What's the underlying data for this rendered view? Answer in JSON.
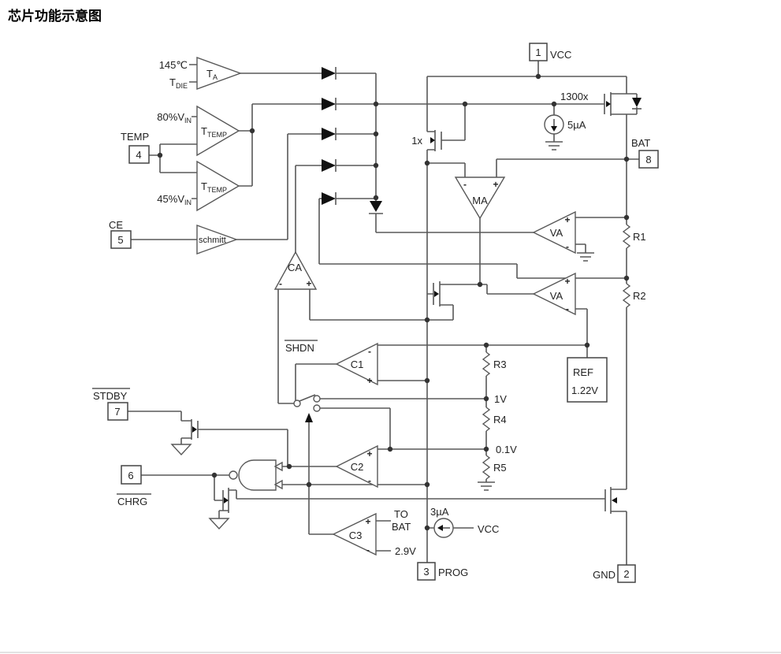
{
  "title": "芯片功能示意图",
  "colors": {
    "line": "#585858",
    "text": "#222222",
    "background": "#ffffff"
  },
  "pins": {
    "vcc": {
      "num": "1",
      "label": "VCC"
    },
    "gnd": {
      "num": "2",
      "label": "GND"
    },
    "prog": {
      "num": "3",
      "label": "PROG"
    },
    "temp": {
      "num": "4",
      "label": "TEMP"
    },
    "ce": {
      "num": "5",
      "label": "CE"
    },
    "chrg": {
      "num": "6",
      "label": "CHRG"
    },
    "stdby": {
      "num": "7",
      "label": "STDBY"
    },
    "bat": {
      "num": "8",
      "label": "BAT"
    }
  },
  "blocks": {
    "ta": {
      "main": "T",
      "sub": "A"
    },
    "ttemp": {
      "main": "T",
      "sub": "TEMP"
    },
    "schmitt": {
      "label": "schmitt"
    },
    "ca": {
      "label": "CA"
    },
    "ma": {
      "label": "MA"
    },
    "va": {
      "label": "VA"
    },
    "c1": {
      "label": "C1"
    },
    "c2": {
      "label": "C2"
    },
    "c3": {
      "label": "C3"
    },
    "ref": {
      "line1": "REF",
      "line2": "1.22V"
    }
  },
  "signals": {
    "t145": "145℃",
    "tdie_main": "T",
    "tdie_sub": "DIE",
    "vin80_main": "80%V",
    "vin80_sub": "IN",
    "vin45_main": "45%V",
    "vin45_sub": "IN",
    "shdn": "SHDN",
    "mirror_1300": "1300x",
    "mirror_1": "1x",
    "i_5ua": "5µA",
    "i_3ua": "3µA",
    "vcc_src": "VCC",
    "to_line1": "TO",
    "to_line2": "BAT",
    "v29": "2.9V",
    "v1": "1V",
    "v01": "0.1V",
    "r1": "R1",
    "r2": "R2",
    "r3": "R3",
    "r4": "R4",
    "r5": "R5",
    "plus": "+",
    "minus": "-"
  }
}
